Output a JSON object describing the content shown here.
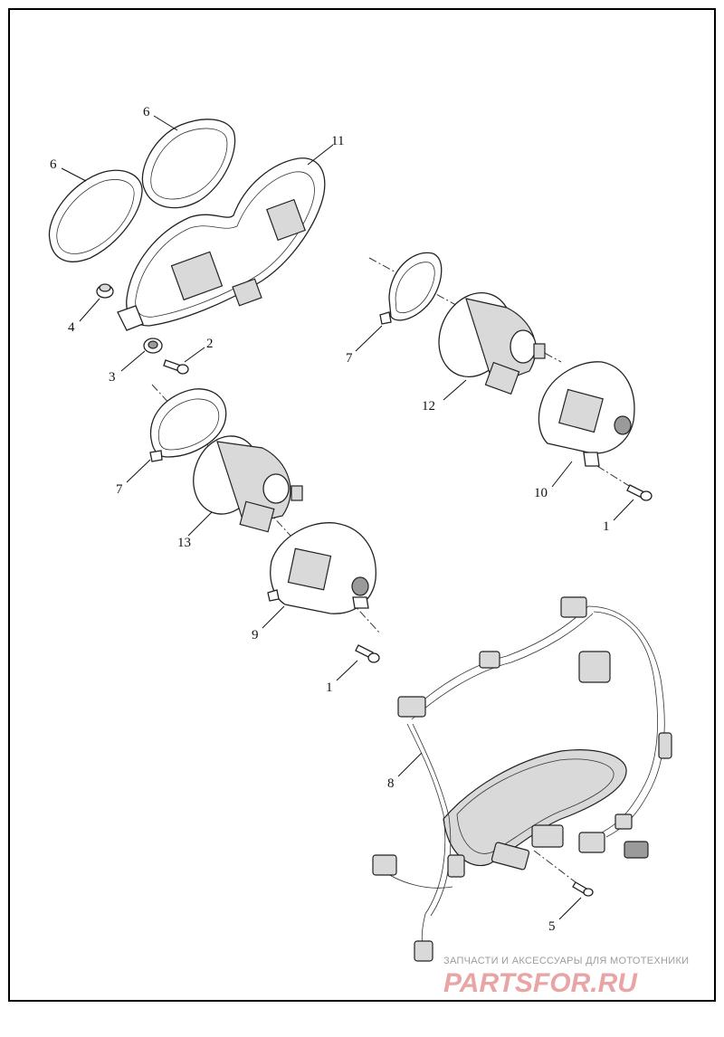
{
  "callouts": [
    {
      "id": "c6a",
      "label": "6"
    },
    {
      "id": "c6b",
      "label": "6"
    },
    {
      "id": "c11",
      "label": "11"
    },
    {
      "id": "c4",
      "label": "4"
    },
    {
      "id": "c2",
      "label": "2"
    },
    {
      "id": "c3",
      "label": "3"
    },
    {
      "id": "c7a",
      "label": "7"
    },
    {
      "id": "c12",
      "label": "12"
    },
    {
      "id": "c7b",
      "label": "7"
    },
    {
      "id": "c10",
      "label": "10"
    },
    {
      "id": "c1a",
      "label": "1"
    },
    {
      "id": "c13",
      "label": "13"
    },
    {
      "id": "c9",
      "label": "9"
    },
    {
      "id": "c1b",
      "label": "1"
    },
    {
      "id": "c8",
      "label": "8"
    },
    {
      "id": "c5",
      "label": "5"
    }
  ],
  "watermark": {
    "text": "ЗАПЧАСТИ И АКСЕССУАРЫ ДЛЯ МОТОТЕХНИКИ",
    "logo": "PARTSFOR.RU",
    "color": "#e8a5a5"
  }
}
